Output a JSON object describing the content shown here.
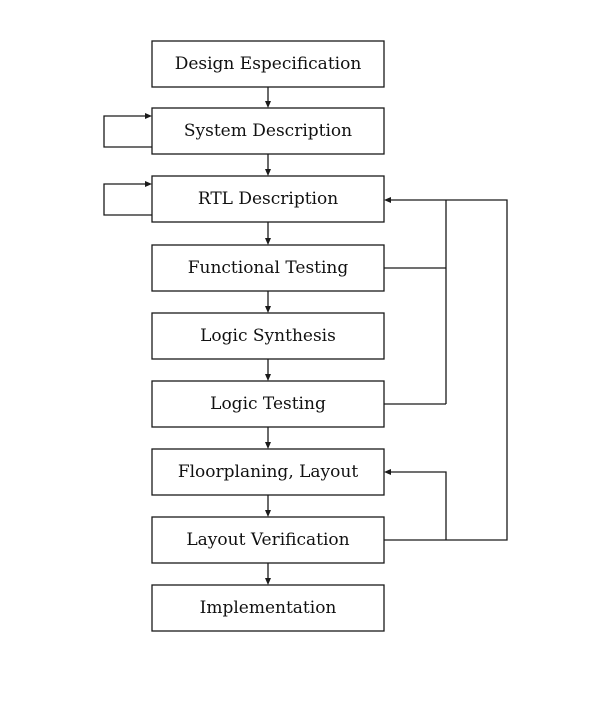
{
  "diagram": {
    "steps": [
      {
        "id": "design-especification",
        "label": "Design Especification"
      },
      {
        "id": "system-description",
        "label": "System Description"
      },
      {
        "id": "rtl-description",
        "label": "RTL Description"
      },
      {
        "id": "functional-testing",
        "label": "Functional Testing"
      },
      {
        "id": "logic-synthesis",
        "label": "Logic Synthesis"
      },
      {
        "id": "logic-testing",
        "label": "Logic Testing"
      },
      {
        "id": "floorplaning-layout",
        "label": "Floorplaning, Layout"
      },
      {
        "id": "layout-verification",
        "label": "Layout Verification"
      },
      {
        "id": "implementation",
        "label": "Implementation"
      }
    ],
    "flow_edges": [
      {
        "from": "design-especification",
        "to": "system-description"
      },
      {
        "from": "system-description",
        "to": "rtl-description"
      },
      {
        "from": "rtl-description",
        "to": "functional-testing"
      },
      {
        "from": "functional-testing",
        "to": "logic-synthesis"
      },
      {
        "from": "logic-synthesis",
        "to": "logic-testing"
      },
      {
        "from": "logic-testing",
        "to": "floorplaning-layout"
      },
      {
        "from": "floorplaning-layout",
        "to": "layout-verification"
      },
      {
        "from": "layout-verification",
        "to": "implementation"
      }
    ],
    "self_loops": [
      "system-description",
      "rtl-description"
    ],
    "feedback_edges": [
      {
        "from": "functional-testing",
        "to": "rtl-description"
      },
      {
        "from": "logic-testing",
        "to": "rtl-description"
      },
      {
        "from": "layout-verification",
        "to": "rtl-description"
      },
      {
        "from": "layout-verification",
        "to": "floorplaning-layout"
      }
    ]
  }
}
